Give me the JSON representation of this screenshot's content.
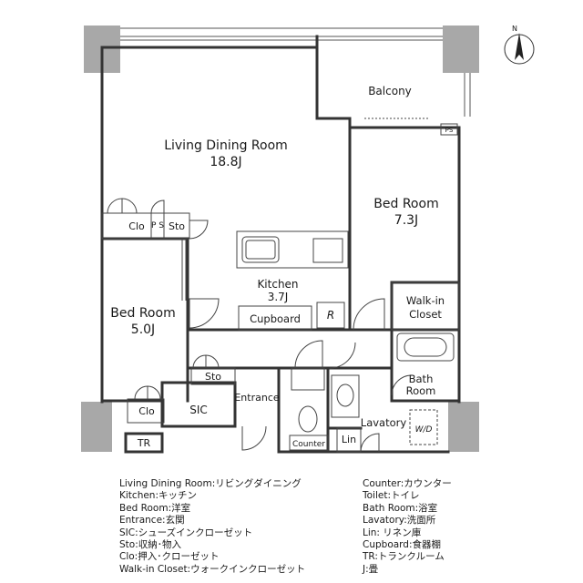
{
  "rooms": {
    "balcony": "Balcony",
    "ldr": "Living Dining Room",
    "ldr_size": "18.8J",
    "bed1": "Bed Room",
    "bed1_size": "7.3J",
    "kitchen": "Kitchen",
    "kitchen_size": "3.7J",
    "cupboard": "Cupboard",
    "refrigerator": "R",
    "bed2": "Bed Room",
    "bed2_size": "5.0J",
    "clo_top": "Clo",
    "ps_mid": "P S",
    "sto_top": "Sto",
    "walkin_line1": "Walk-in",
    "walkin_line2": "Closet",
    "sto_mid": "Sto",
    "entrance": "Entrance",
    "bath_line1": "Bath",
    "bath_line2": "Room",
    "clo_bottom": "Clo",
    "sic": "SIC",
    "lavatory": "Lavatory",
    "wd": "W/D",
    "counter": "Counter",
    "lin": "Lin",
    "tr": "TR",
    "ps_top": "PS",
    "north": "N"
  },
  "legend_left": [
    "Living Dining Room:リビングダイニング",
    "Kitchen:キッチン",
    "Bed Room:洋室",
    "Entrance:玄関",
    "SIC:シューズインクローゼット",
    "Sto:収納･物入",
    "Clo:押入･クローゼット",
    "Walk-in Closet:ウォークインクローゼット"
  ],
  "legend_right": [
    "Counter:カウンター",
    "Toilet:トイレ",
    "Bath Room:浴室",
    "Lavatory:洗面所",
    "Lin: リネン庫",
    "Cupboard:食器棚",
    "TR:トランクルーム",
    "J:畳"
  ]
}
